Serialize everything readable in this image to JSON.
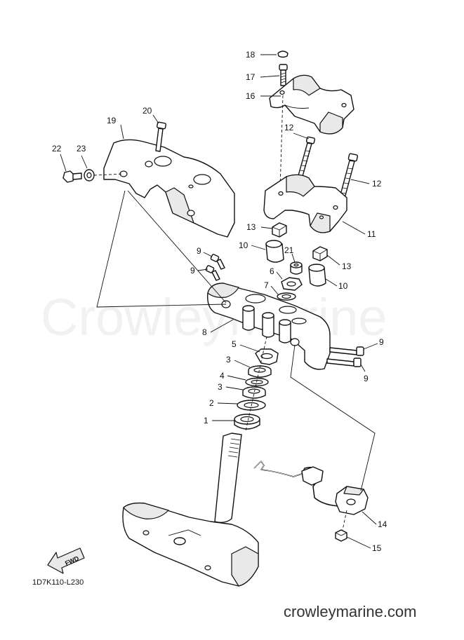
{
  "watermark": "CrowleyMarine",
  "site_url": "crowleymarine.com",
  "diagram_code": "1D7K110-L230",
  "fwd_label": "FWD",
  "callouts": {
    "c1": "1",
    "c2": "2",
    "c3a": "3",
    "c3b": "3",
    "c4": "4",
    "c5": "5",
    "c6": "6",
    "c7": "7",
    "c8": "8",
    "c9a": "9",
    "c9b": "9",
    "c9c": "9",
    "c9d": "9",
    "c10a": "10",
    "c10b": "10",
    "c11": "11",
    "c12a": "12",
    "c12b": "12",
    "c13a": "13",
    "c13b": "13",
    "c14": "14",
    "c15": "15",
    "c16": "16",
    "c17": "17",
    "c18": "18",
    "c19": "19",
    "c20": "20",
    "c21": "21",
    "c22": "22",
    "c23": "23"
  }
}
